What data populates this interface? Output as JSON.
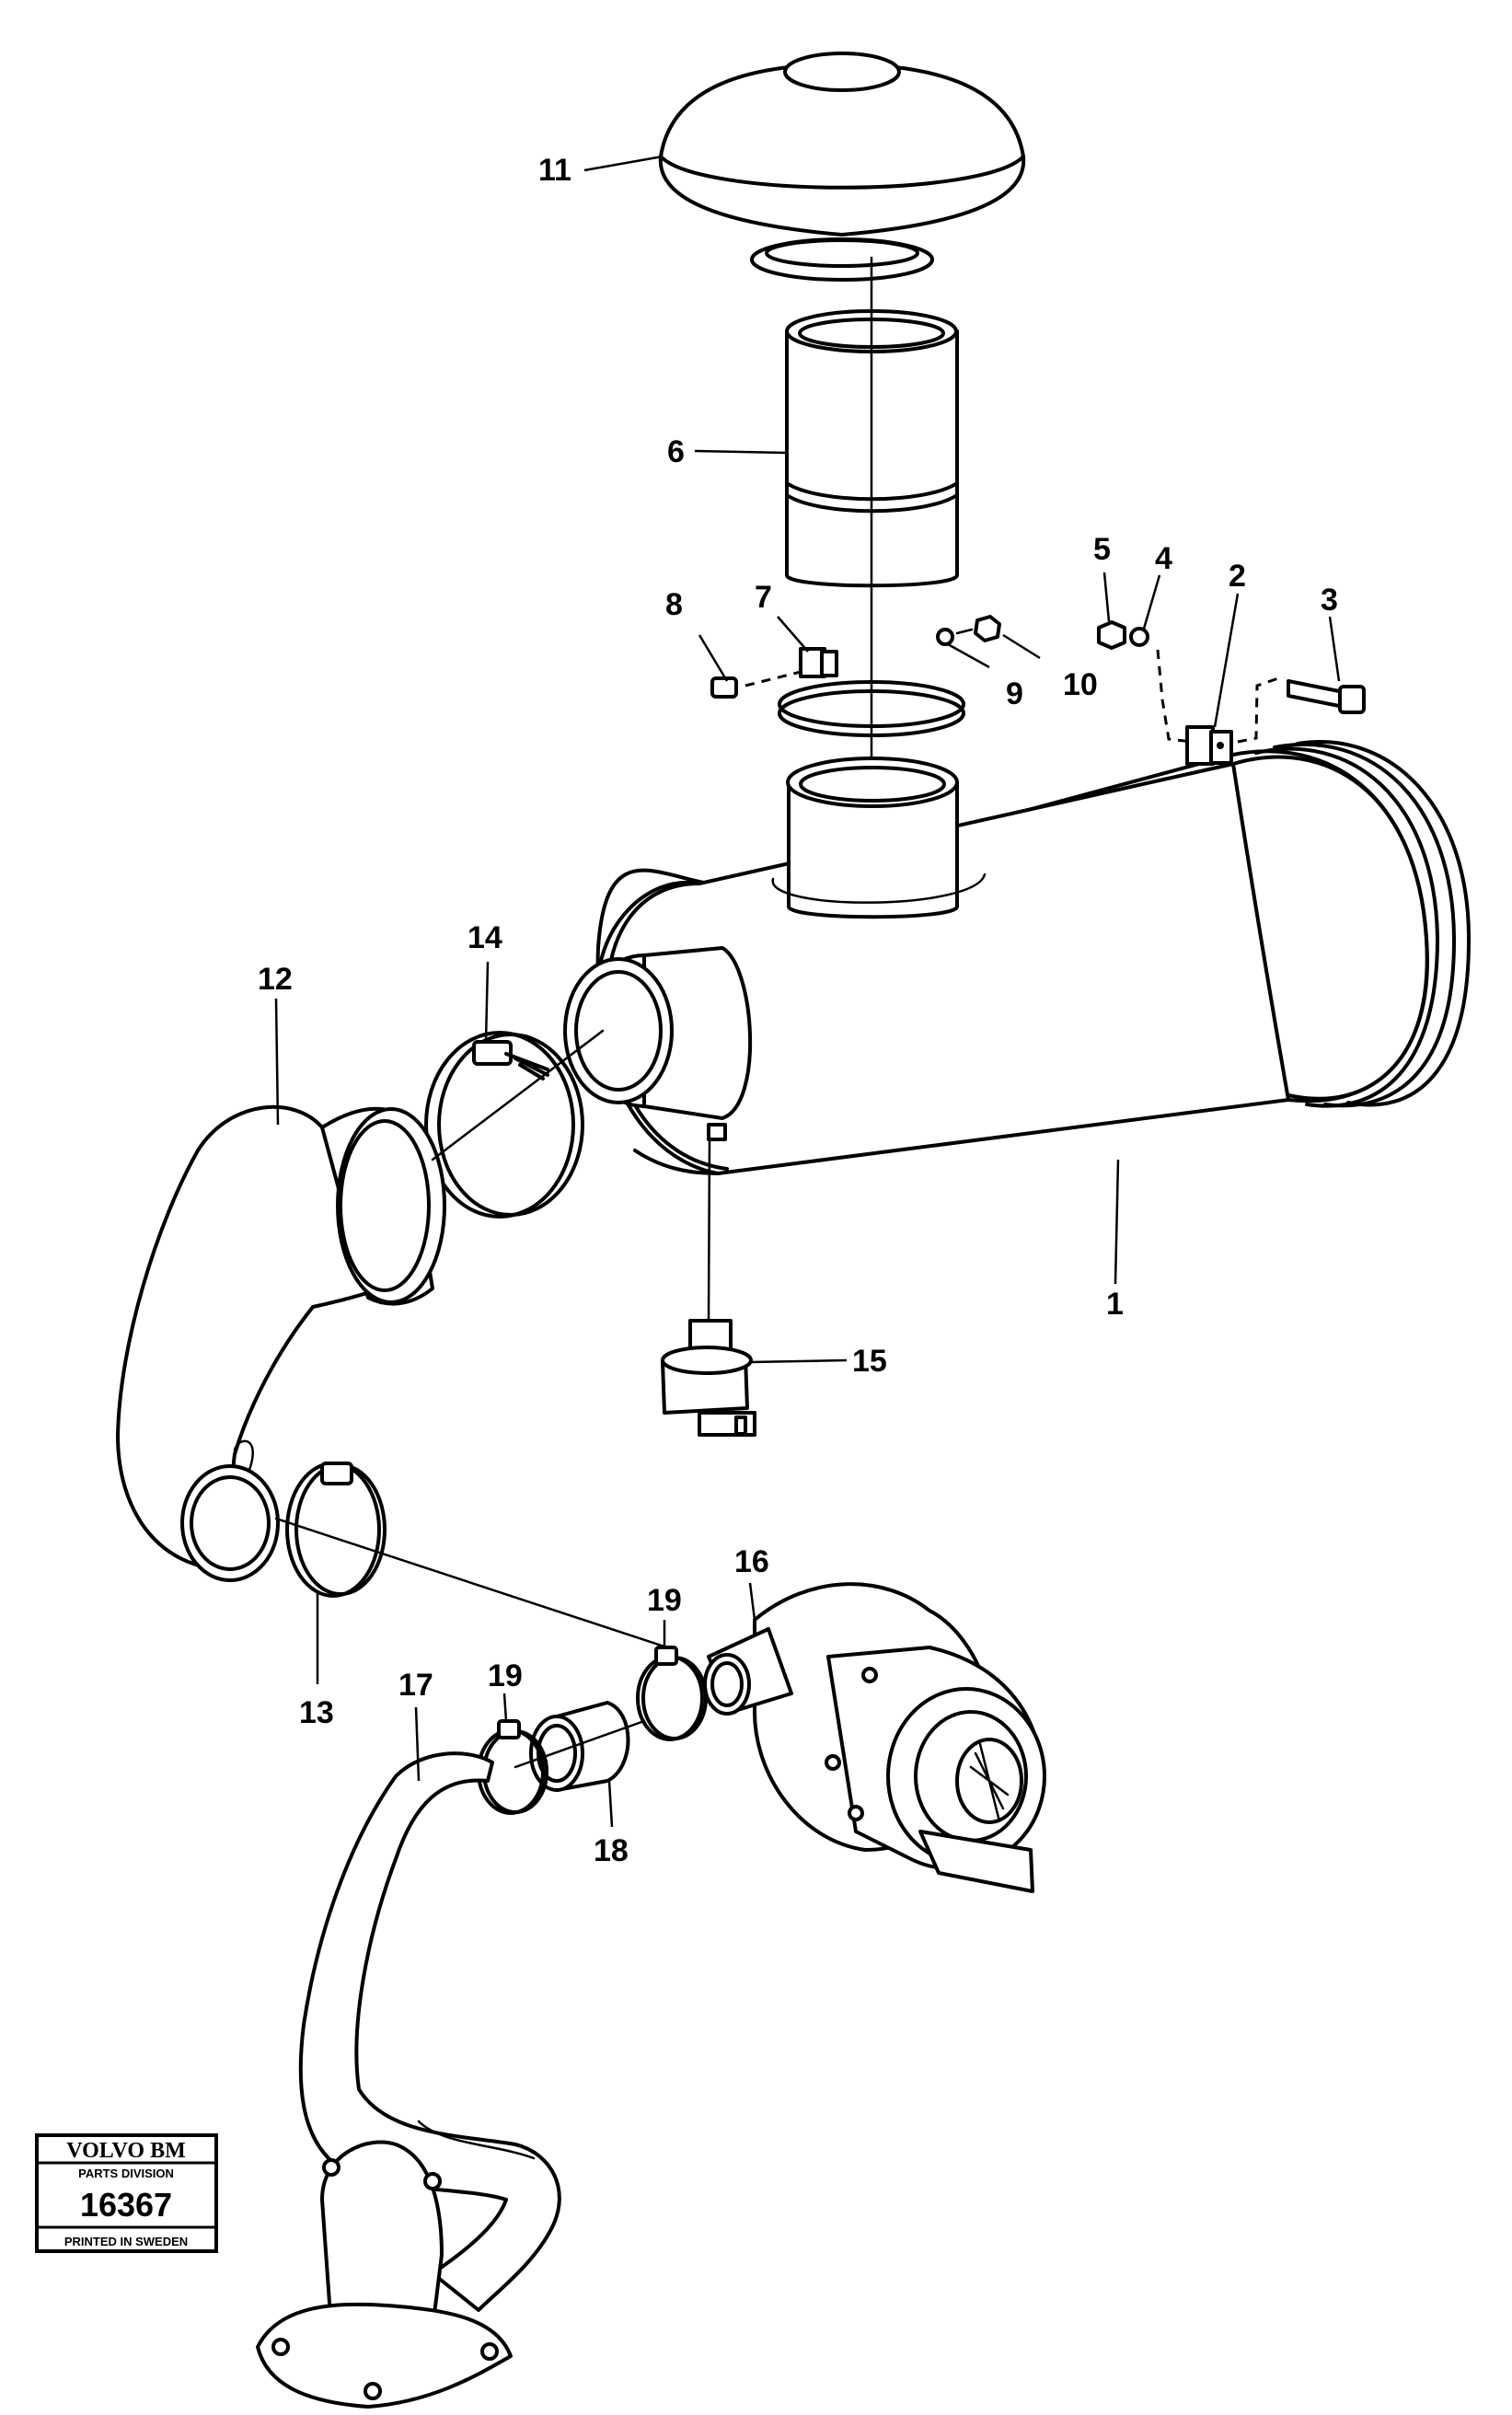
{
  "callouts": {
    "c1": "1",
    "c2": "2",
    "c3": "3",
    "c4": "4",
    "c5": "5",
    "c6": "6",
    "c7": "7",
    "c8": "8",
    "c9": "9",
    "c10": "10",
    "c11": "11",
    "c12": "12",
    "c13": "13",
    "c14": "14",
    "c15": "15",
    "c16": "16",
    "c17": "17",
    "c18": "18",
    "c19a": "19",
    "c19b": "19"
  },
  "badge": {
    "brand": "VOLVO BM",
    "division": "PARTS DIVISION",
    "number": "16367",
    "printed": "PRINTED IN SWEDEN"
  }
}
